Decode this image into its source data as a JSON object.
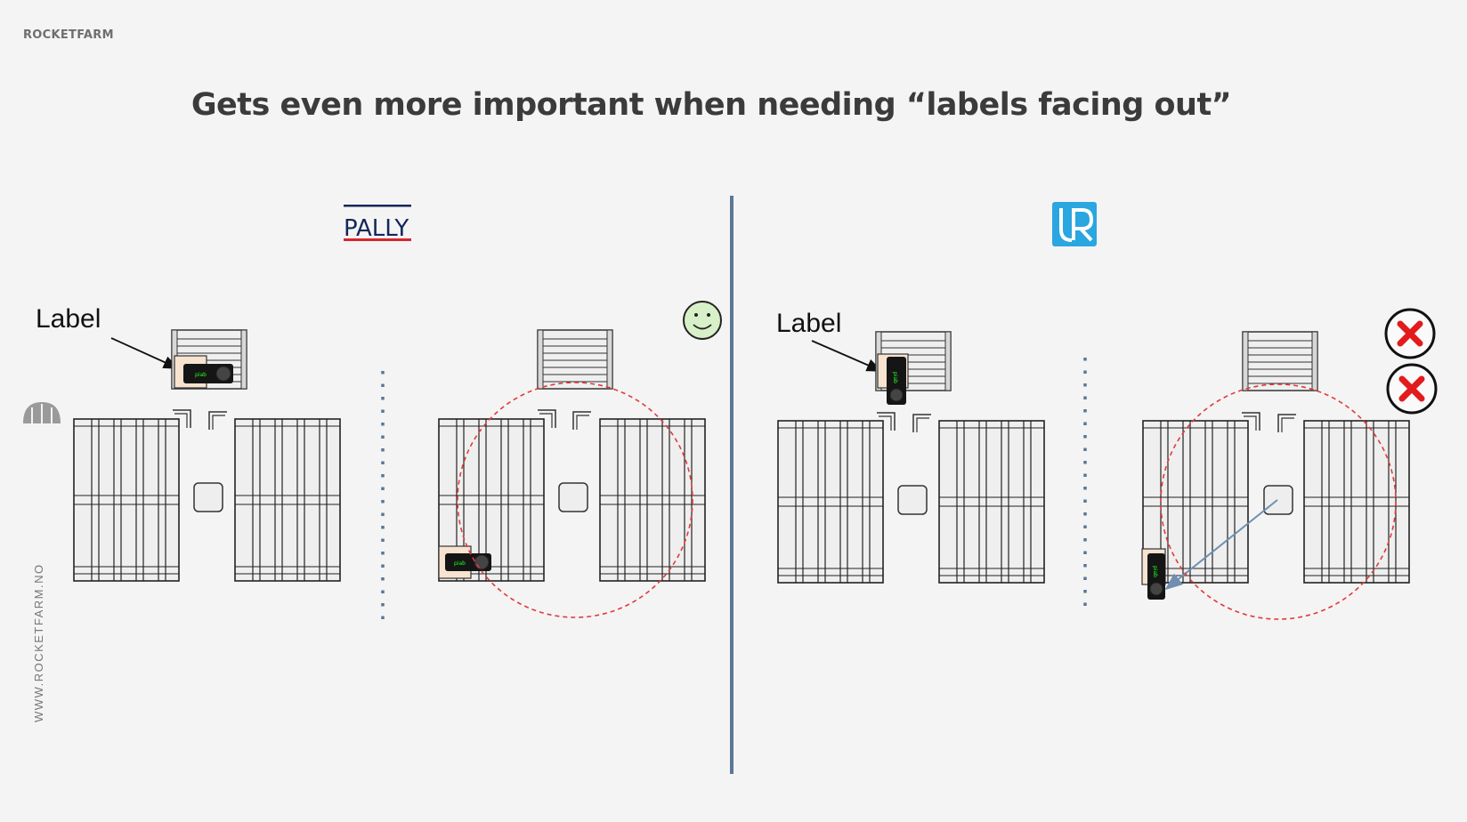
{
  "header": {
    "brand": "ROCKETFARM",
    "title": "Gets even more important when needing “labels facing out”",
    "website": "WWW.ROCKETFARM.NO"
  },
  "pally": {
    "logo_text": "PALLY",
    "label_text": "Label",
    "gripper_text": "piab",
    "verdict_icon": "smiley-face-icon"
  },
  "ur": {
    "logo_text": "UR",
    "label_text": "Label",
    "gripper_text": "piab",
    "verdict_icons": [
      "red-x-icon",
      "red-x-icon"
    ]
  },
  "colors": {
    "divider": "#5b7896",
    "reach_circle": "#e23a3a",
    "pally_red": "#d8262d",
    "pally_navy": "#14275a",
    "ur_blue": "#2aa6e0",
    "smiley": "#d8f0c8",
    "label_patch": "#f7e3cf",
    "dotted": "#5a7796",
    "arrow": "#6e8fb0"
  }
}
